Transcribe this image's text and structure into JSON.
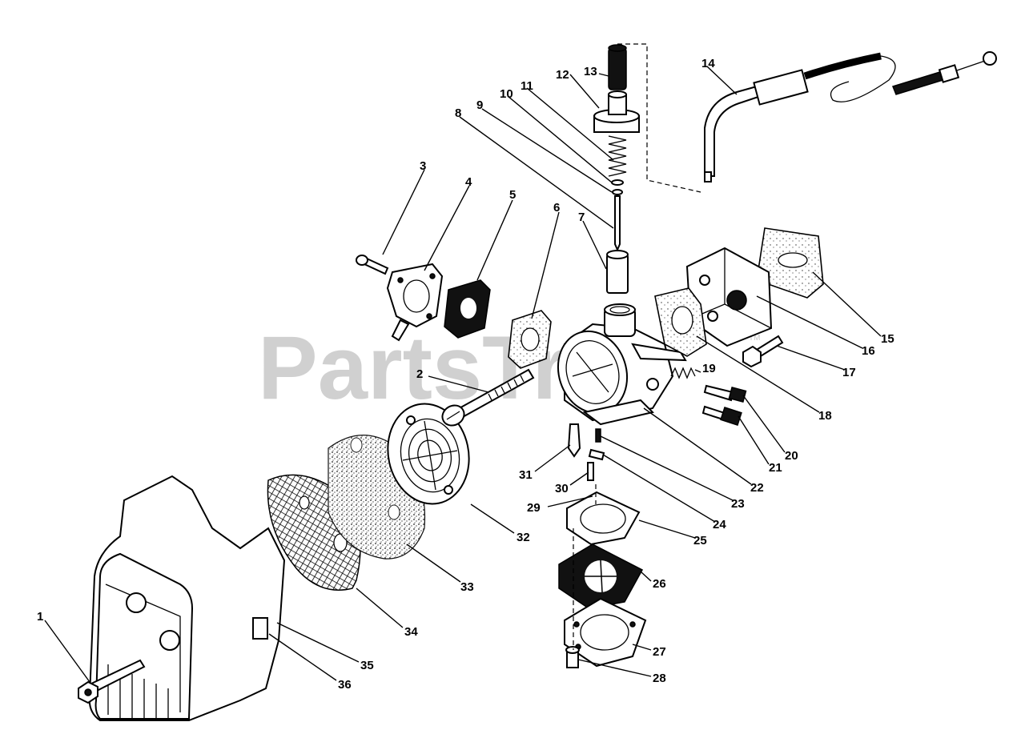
{
  "watermark": {
    "brand": "PartsTree",
    "tm": "TM"
  },
  "callouts": [
    {
      "n": "1"
    },
    {
      "n": "2"
    },
    {
      "n": "3"
    },
    {
      "n": "4"
    },
    {
      "n": "5"
    },
    {
      "n": "6"
    },
    {
      "n": "7"
    },
    {
      "n": "8"
    },
    {
      "n": "9"
    },
    {
      "n": "10"
    },
    {
      "n": "11"
    },
    {
      "n": "12"
    },
    {
      "n": "13"
    },
    {
      "n": "14"
    },
    {
      "n": "15"
    },
    {
      "n": "16"
    },
    {
      "n": "17"
    },
    {
      "n": "18"
    },
    {
      "n": "19"
    },
    {
      "n": "20"
    },
    {
      "n": "21"
    },
    {
      "n": "22"
    },
    {
      "n": "23"
    },
    {
      "n": "24"
    },
    {
      "n": "25"
    },
    {
      "n": "26"
    },
    {
      "n": "27"
    },
    {
      "n": "28"
    },
    {
      "n": "29"
    },
    {
      "n": "30"
    },
    {
      "n": "31"
    },
    {
      "n": "32"
    },
    {
      "n": "33"
    },
    {
      "n": "34"
    },
    {
      "n": "35"
    },
    {
      "n": "36"
    }
  ]
}
